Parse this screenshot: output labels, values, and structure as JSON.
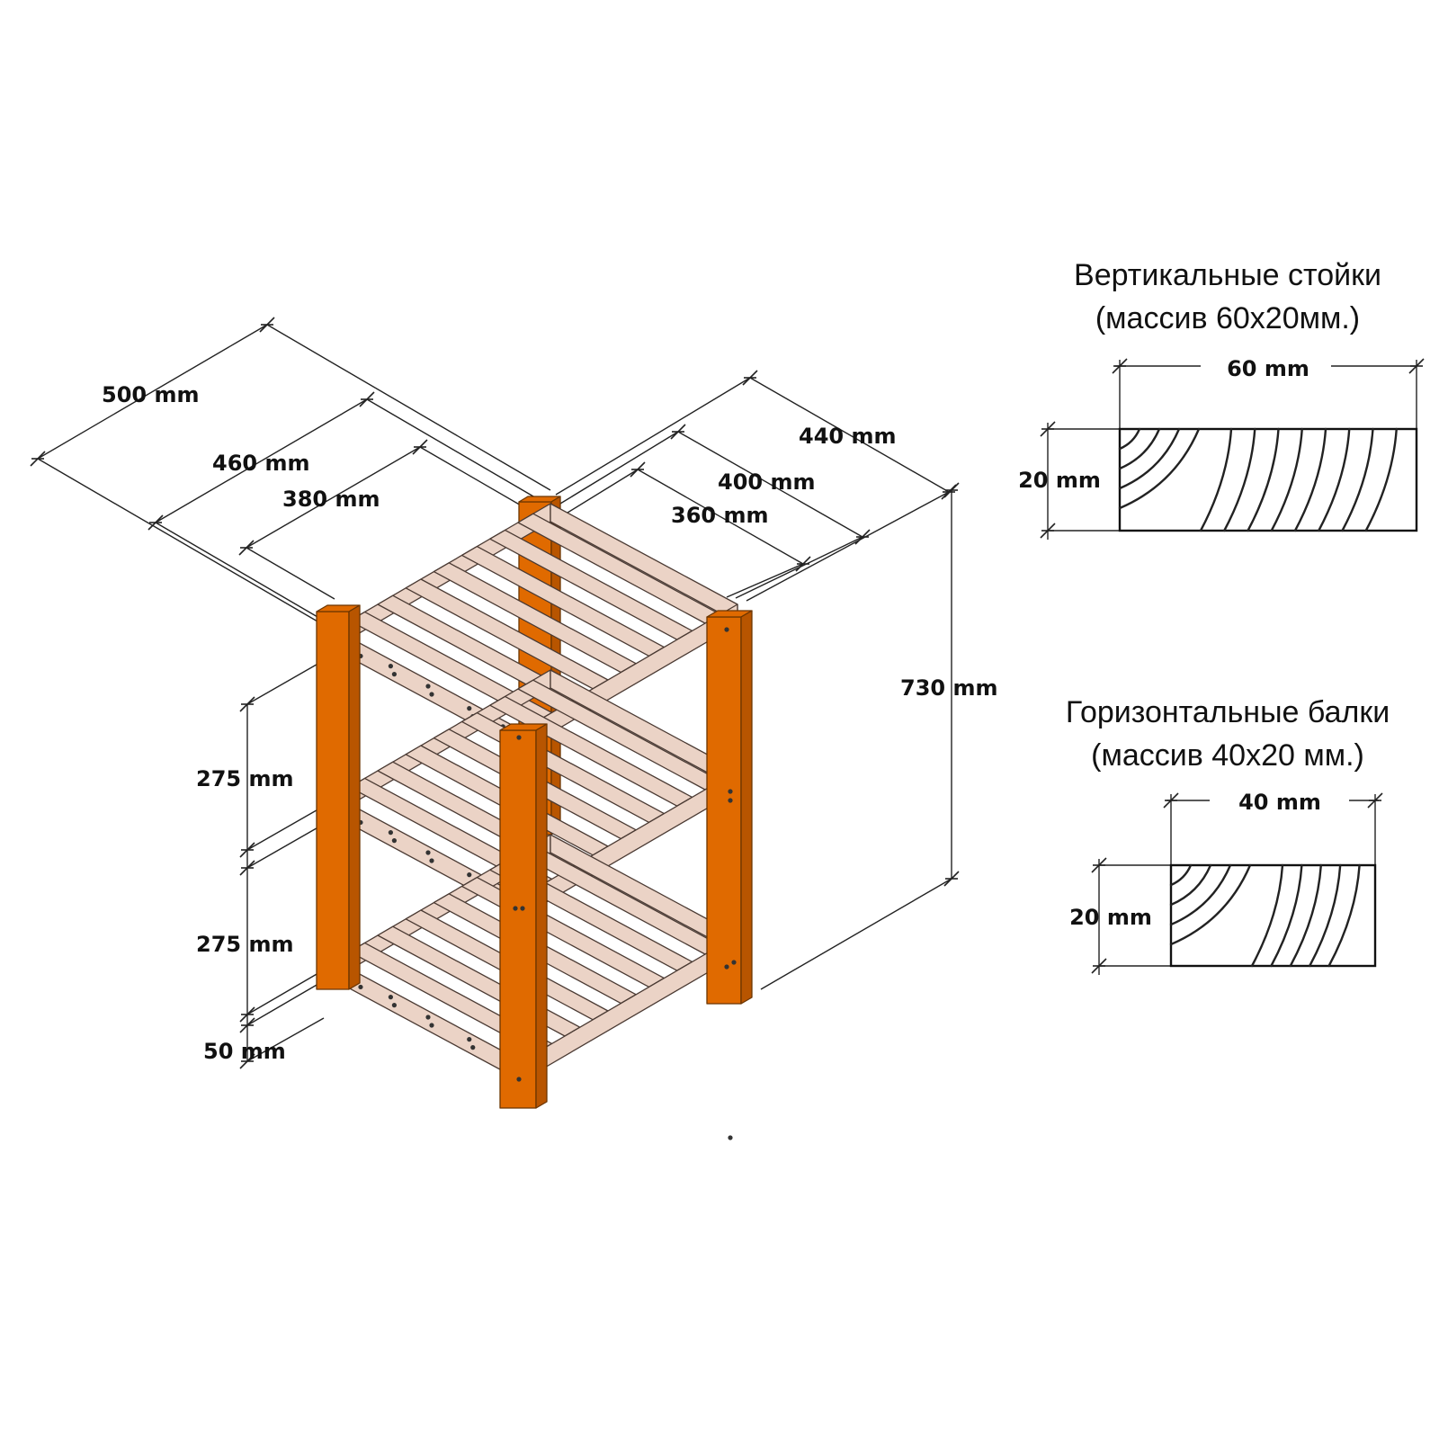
{
  "colors": {
    "post": "#e06a00",
    "post_edge": "#6b3500",
    "wood": "#ebd3c6",
    "wood_edge": "#4a3a33",
    "bolt": "#333333",
    "line": "#222222"
  },
  "dimensions": {
    "depth_outer": "500 mm",
    "depth_middle": "460 mm",
    "depth_inner": "380 mm",
    "width_outer": "440 mm",
    "width_middle": "400 mm",
    "width_inner": "360 mm",
    "height_total": "730 mm",
    "gap_upper": "275 mm",
    "gap_lower": "275 mm",
    "foot": "50 mm"
  },
  "vertical_posts": {
    "title_line1": "Вертикальные стойки",
    "title_line2": "(массив 60х20мм.)",
    "width_label": "60 mm",
    "height_label": "20 mm"
  },
  "horizontal_beams": {
    "title_line1": "Горизонтальные балки",
    "title_line2": "(массив 40х20 мм.)",
    "width_label": "40 mm",
    "height_label": "20 mm"
  }
}
